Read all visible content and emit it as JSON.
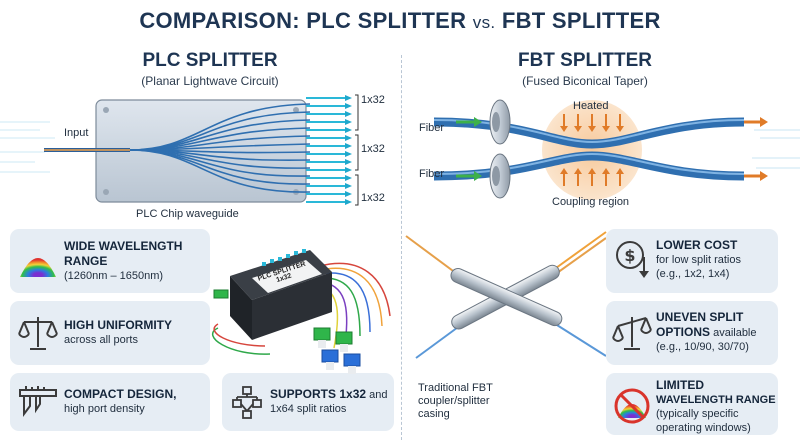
{
  "title": {
    "main": "COMPARISON: PLC SPLITTER",
    "vs": "vs.",
    "right": "FBT SPLITTER"
  },
  "plc": {
    "title": "PLC SPLITTER",
    "subtitle": "(Planar Lightwave Circuit)",
    "input_label": "Input",
    "outputs": [
      "1x32",
      "1x32",
      "1x32"
    ],
    "chip_label": "PLC Chip waveguide",
    "device_label": "PLC SPLITTER",
    "device_sub": "1x32",
    "features": [
      {
        "icon": "rainbow-spectrum-icon",
        "title": "WIDE WAVELENGTH RANGE",
        "detail": "(1260nm – 1650nm)"
      },
      {
        "icon": "balance-scale-icon",
        "title": "HIGH UNIFORMITY",
        "detail": "across all ports"
      },
      {
        "icon": "caliper-icon",
        "title": "COMPACT DESIGN,",
        "detail": "high port density"
      },
      {
        "icon": "hierarchy-tree-icon",
        "title": "SUPPORTS 1x32",
        "title_tail": "and",
        "detail": "1x64 split ratios"
      }
    ]
  },
  "fbt": {
    "title": "FBT SPLITTER",
    "subtitle": "(Fused Biconical Taper)",
    "heated_label": "Heated",
    "fiber_labels": [
      "Fiber",
      "Fiber"
    ],
    "coupling_label": "Coupling region",
    "casing_label": [
      "Traditional FBT",
      "coupler/splitter",
      "casing"
    ],
    "features": [
      {
        "icon": "dollar-down-icon",
        "title": "LOWER COST",
        "detail": [
          "for low split ratios",
          "(e.g., 1x2, 1x4)"
        ]
      },
      {
        "icon": "uneven-scale-icon",
        "title": "UNEVEN SPLIT",
        "title2": "OPTIONS",
        "title2_tail": "available",
        "detail": [
          "(e.g., 10/90, 30/70)"
        ]
      },
      {
        "icon": "limited-spectrum-icon",
        "title": "LIMITED",
        "title2": "WAVELENGTH RANGE",
        "detail": [
          "(typically specific",
          "operating windows)"
        ]
      }
    ]
  },
  "colors": {
    "navy": "#1e3553",
    "card": "#e6edf4",
    "fiber_blue": "#2f6fb0",
    "arrow_orange": "#e07b28",
    "cyan": "#2ab8d8"
  }
}
